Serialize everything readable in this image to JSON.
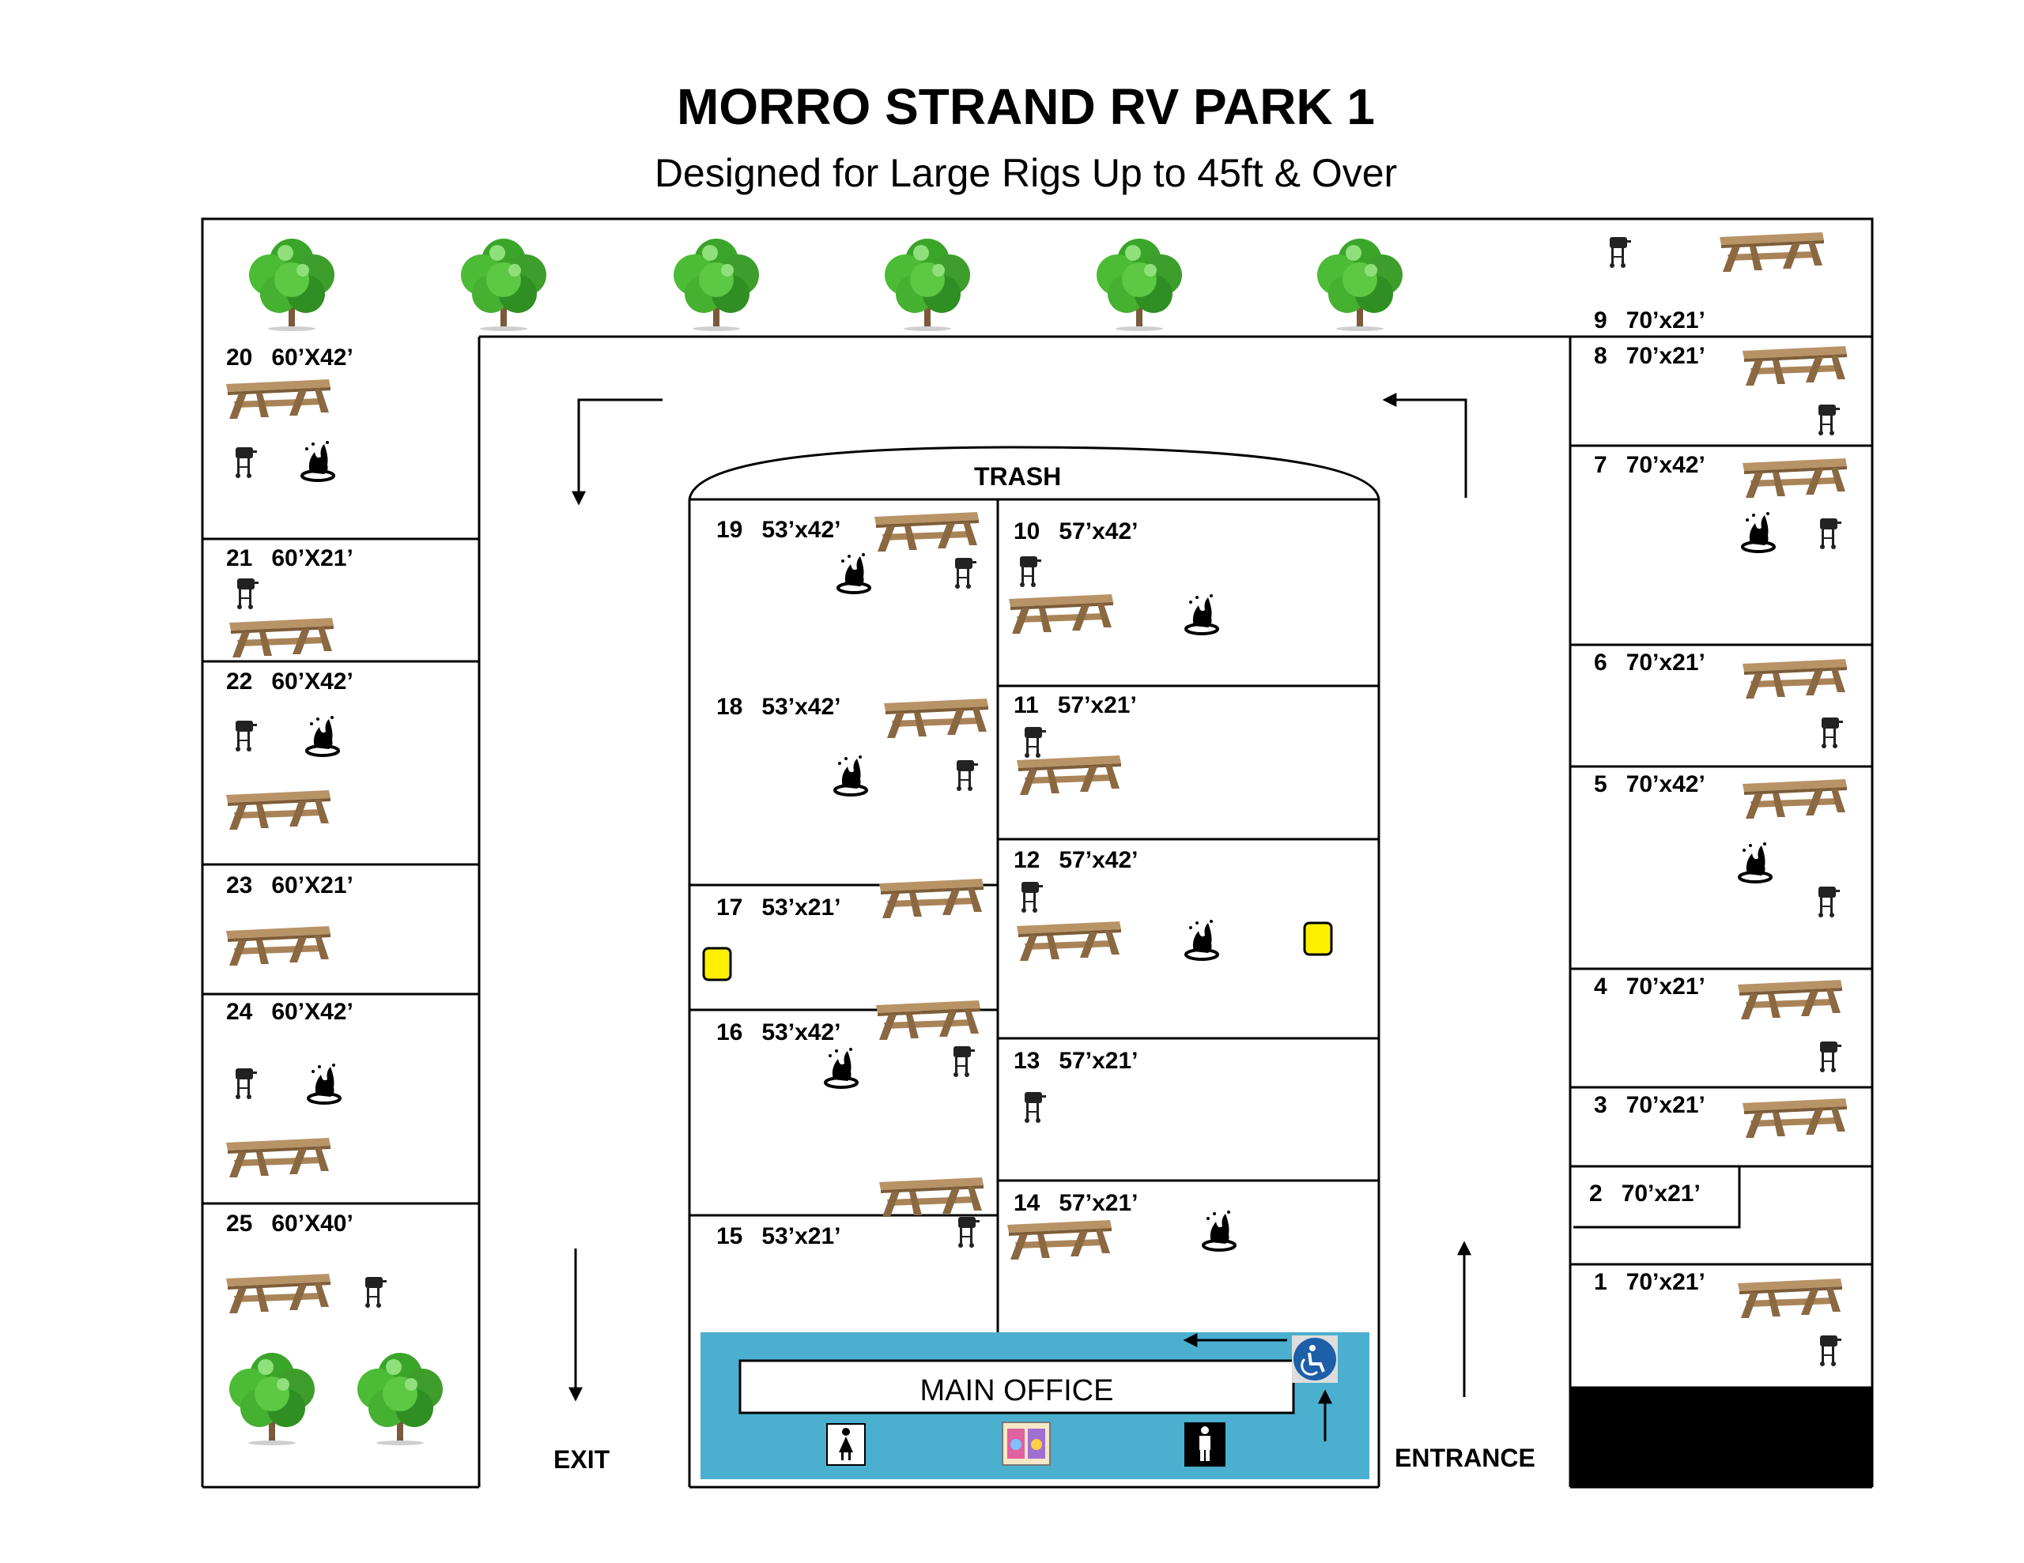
{
  "header": {
    "title": "MORRO STRAND RV PARK 1",
    "subtitle": "Designed for Large Rigs Up to 45ft & Over"
  },
  "labels": {
    "trash": "TRASH",
    "main_office": "MAIN OFFICE",
    "exit": "EXIT",
    "entrance": "ENTRANCE"
  },
  "sites": [
    {
      "num": "1",
      "size": "70’x21’"
    },
    {
      "num": "2",
      "size": "70’x21’"
    },
    {
      "num": "3",
      "size": "70’x21’"
    },
    {
      "num": "4",
      "size": "70’x21’"
    },
    {
      "num": "5",
      "size": "70’x42’"
    },
    {
      "num": "6",
      "size": "70’x21’"
    },
    {
      "num": "7",
      "size": "70’x42’"
    },
    {
      "num": "8",
      "size": "70’x21’"
    },
    {
      "num": "9",
      "size": "70’x21’"
    },
    {
      "num": "10",
      "size": "57’x42’"
    },
    {
      "num": "11",
      "size": "57’x21’"
    },
    {
      "num": "12",
      "size": "57’x42’"
    },
    {
      "num": "13",
      "size": "57’x21’"
    },
    {
      "num": "14",
      "size": "57’x21’"
    },
    {
      "num": "15",
      "size": "53’x21’"
    },
    {
      "num": "16",
      "size": "53’x42’"
    },
    {
      "num": "17",
      "size": "53’x21’"
    },
    {
      "num": "18",
      "size": "53’x42’"
    },
    {
      "num": "19",
      "size": "53’x42’"
    },
    {
      "num": "20",
      "size": "60’X42’"
    },
    {
      "num": "21",
      "size": "60’X21’"
    },
    {
      "num": "22",
      "size": "60’X42’"
    },
    {
      "num": "23",
      "size": "60’X21’"
    },
    {
      "num": "24",
      "size": "60’X42’"
    },
    {
      "num": "25",
      "size": "60’X40’"
    }
  ],
  "colors": {
    "office_bg": "#4bafd0",
    "utility_yellow": "#ffef00",
    "tree_green": "#3aa52a",
    "table_brown": "#9c7a52",
    "accessible_blue": "#1d5fa8"
  },
  "icons": [
    "tree-icon",
    "picnic-table-icon",
    "grill-icon",
    "fire-pit-icon",
    "utility-box-icon",
    "accessible-icon",
    "womens-restroom-icon",
    "mens-restroom-icon",
    "laundry-icon"
  ]
}
